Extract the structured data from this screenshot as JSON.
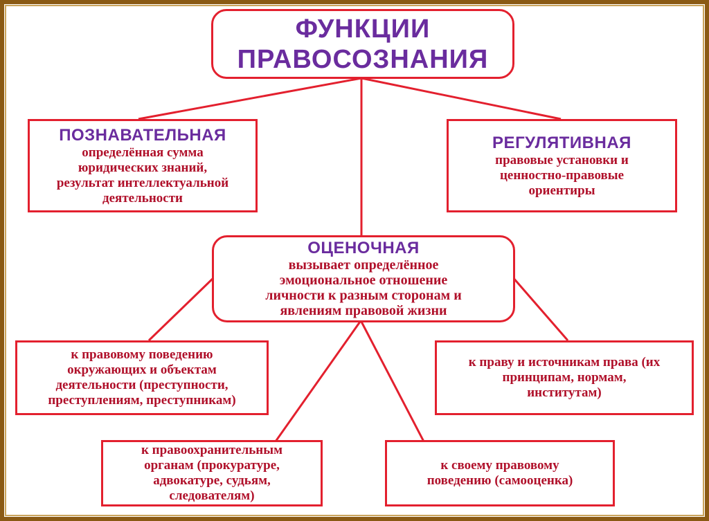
{
  "colors": {
    "border": "#e3202e",
    "heading": "#6a2c9e",
    "text": "#b0102a",
    "frame": "#8a5a14"
  },
  "title": "ФУНКЦИИ\nПРАВОСОЗНАНИЯ",
  "cognitive": {
    "heading": "ПОЗНАВАТЕЛЬНАЯ",
    "text": "определённая сумма\nюридических знаний,\nрезультат интеллектуальной\nдеятельности"
  },
  "regulative": {
    "heading": "РЕГУЛЯТИВНАЯ",
    "text": "правовые установки и\nценностно-правовые\nориентиры"
  },
  "evaluative": {
    "heading": "ОЦЕНОЧНАЯ",
    "text": "вызывает определённое\nэмоциональное отношение\nличности к разным сторонам и\nявлениям правовой жизни"
  },
  "branches": {
    "behavior_others": "к правовому поведению\nокружающих и объектам\nдеятельности (преступности,\nпреступлениям, преступникам)",
    "law_sources": "к праву и источникам права (их\nпринципам, нормам,\nинститутам)",
    "law_enforcement": "к правоохранительным\nорганам (прокуратуре,\nадвокатуре, судьям,\nследователям)",
    "self_behavior": "к своему правовому\nповедению (самооценка)"
  }
}
